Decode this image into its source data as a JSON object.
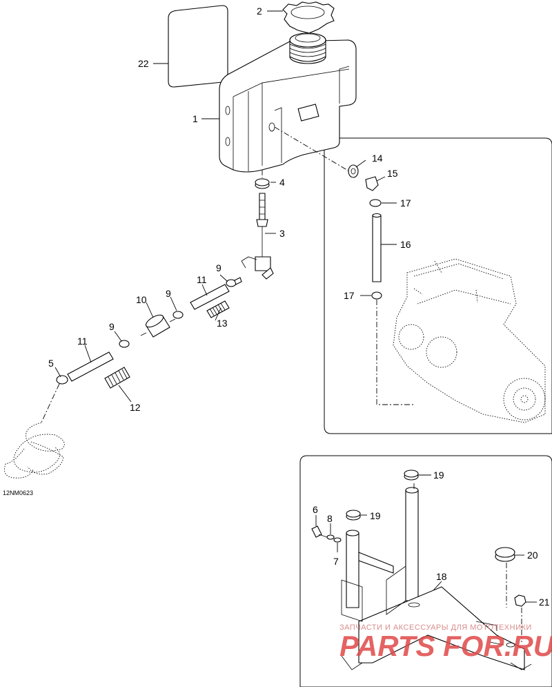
{
  "diagram": {
    "drawing_code": "12NM0623",
    "callouts": {
      "c1": "1",
      "c2": "2",
      "c3": "3",
      "c4": "4",
      "c5": "5",
      "c6": "6",
      "c7": "7",
      "c8": "8",
      "c9a": "9",
      "c9b": "9",
      "c9c": "9",
      "c10": "10",
      "c11a": "11",
      "c11b": "11",
      "c12": "12",
      "c13": "13",
      "c14": "14",
      "c15": "15",
      "c16": "16",
      "c17a": "17",
      "c17b": "17",
      "c18": "18",
      "c19a": "19",
      "c19b": "19",
      "c20": "20",
      "c21": "21",
      "c22": "22"
    }
  },
  "watermark": {
    "line1": "ЗАПЧАСТИ И АКСЕССУАРЫ ДЛЯ МОТОТЕХНИКИ",
    "line2": "PARTS FOR.RU"
  }
}
